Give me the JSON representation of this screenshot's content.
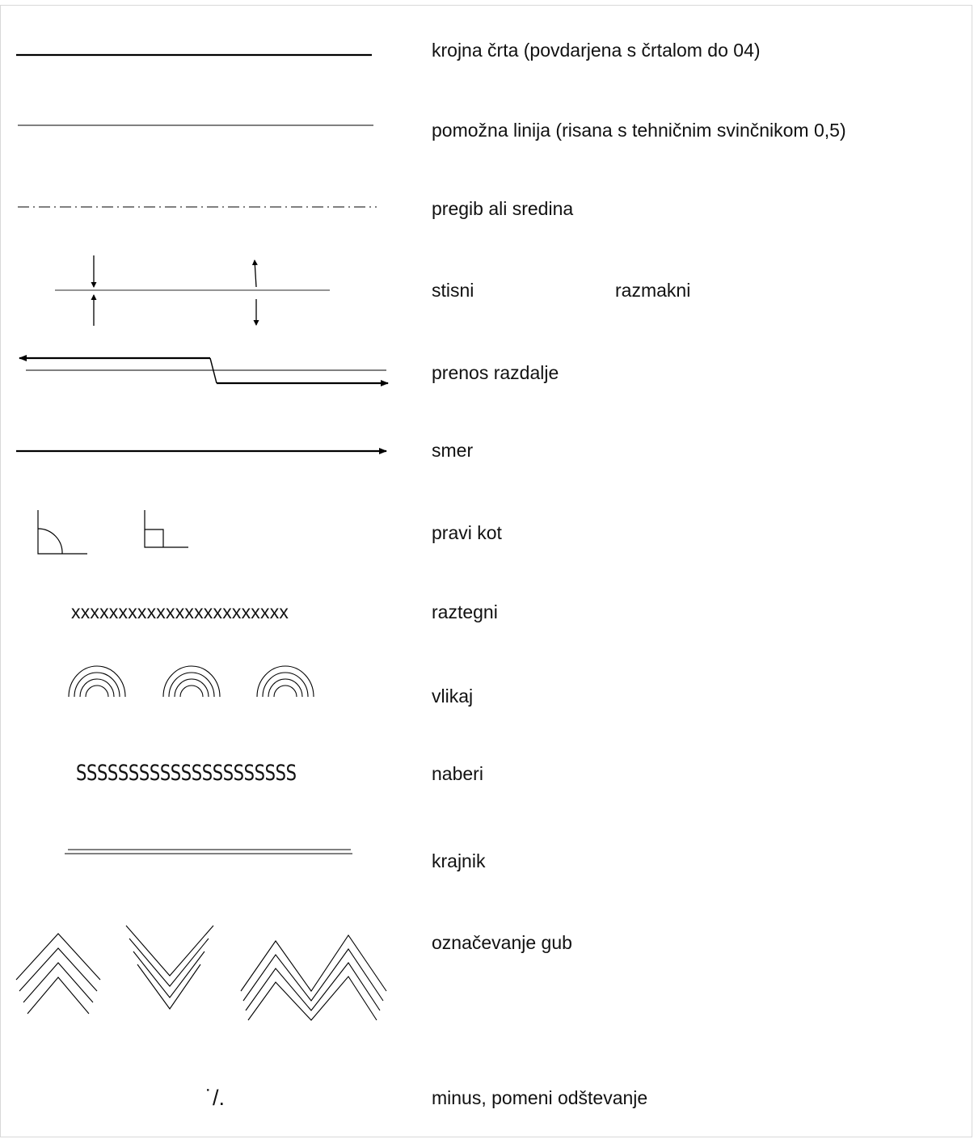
{
  "legend": {
    "items": [
      {
        "key": "cut-line",
        "label": "krojna črta (povdarjena s črtalom do 04)"
      },
      {
        "key": "guide-line",
        "label": "pomožna linija (risana s tehničnim svinčnikom 0,5)"
      },
      {
        "key": "fold-center",
        "label": "pregib ali sredina"
      },
      {
        "key": "compress",
        "label": "stisni"
      },
      {
        "key": "spread",
        "label": "razmakni"
      },
      {
        "key": "distance-transfer",
        "label": "prenos razdalje"
      },
      {
        "key": "direction",
        "label": "smer"
      },
      {
        "key": "right-angle",
        "label": "pravi kot"
      },
      {
        "key": "stretch",
        "label": "raztegni"
      },
      {
        "key": "iron-in",
        "label": "vlikaj"
      },
      {
        "key": "gather",
        "label": "naberi"
      },
      {
        "key": "selvedge",
        "label": "krajnik"
      },
      {
        "key": "pleat-marking",
        "label": "označevanje gub"
      },
      {
        "key": "minus",
        "label": "minus, pomeni odštevanje"
      }
    ]
  },
  "symbols": {
    "stretch_text": "xxxxxxxxxxxxxxxxxxxxxxx",
    "gather_text": "SSSSSSSSSSSSSSSSSSSSS",
    "minus_text": "˙/."
  },
  "colors": {
    "line": "#000000",
    "frame": "#d8d8d8"
  }
}
